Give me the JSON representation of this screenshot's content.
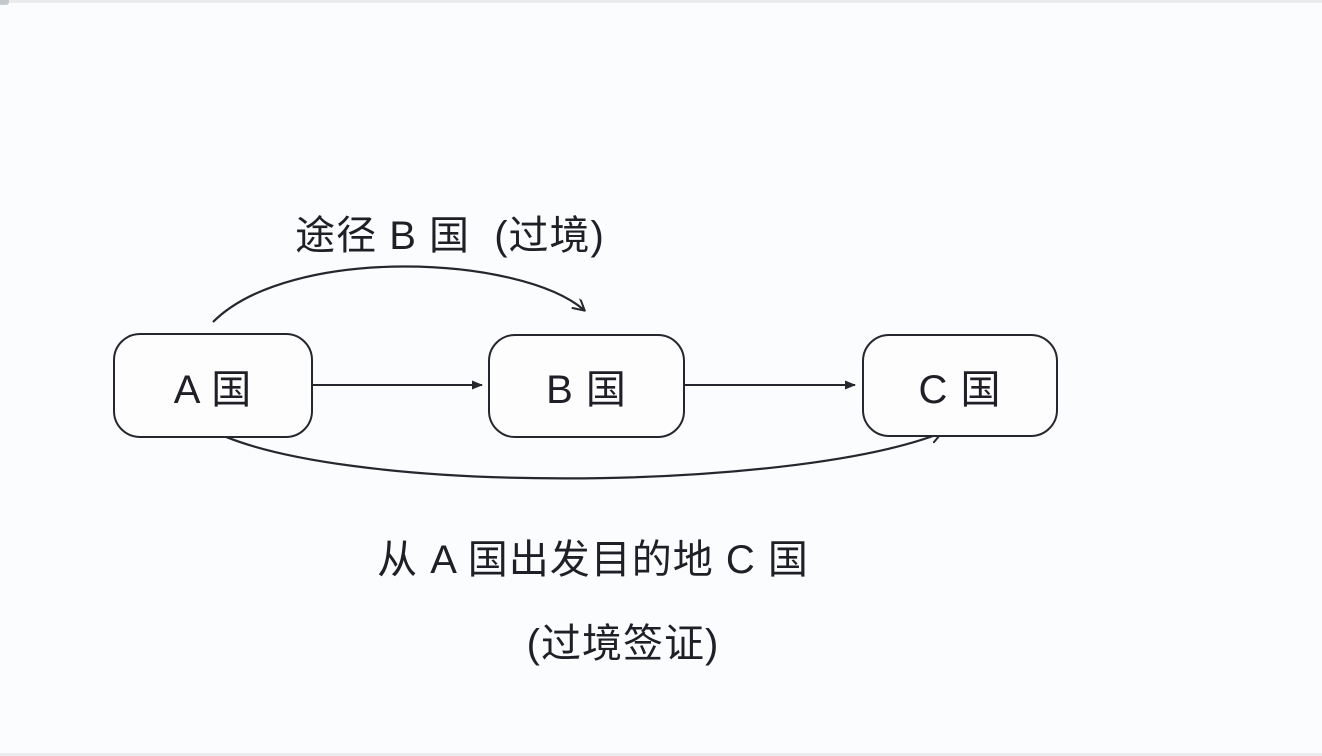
{
  "page": {
    "background": "#fbfcfd",
    "line_color": "#26262e",
    "text_color": "#1f1f28",
    "node_fill": "#fdfdfe"
  },
  "diagram": {
    "nodes": [
      {
        "id": "A",
        "label": "A 国"
      },
      {
        "id": "B",
        "label": "B 国"
      },
      {
        "id": "C",
        "label": "C 国"
      }
    ],
    "edges": [
      {
        "from": "A",
        "to": "B",
        "style": "straight-arrow"
      },
      {
        "from": "B",
        "to": "C",
        "style": "straight-arrow"
      },
      {
        "from": "A",
        "to": "B",
        "style": "curved-arrow-over-top"
      },
      {
        "from": "A",
        "to": "C",
        "style": "curved-arrow-under-bottom"
      }
    ],
    "annotations": {
      "top_label": "途径 B 国  (过境)",
      "bottom_label_line1": "从 A 国出发目的地 C 国",
      "bottom_label_line2": "(过境签证)"
    }
  }
}
